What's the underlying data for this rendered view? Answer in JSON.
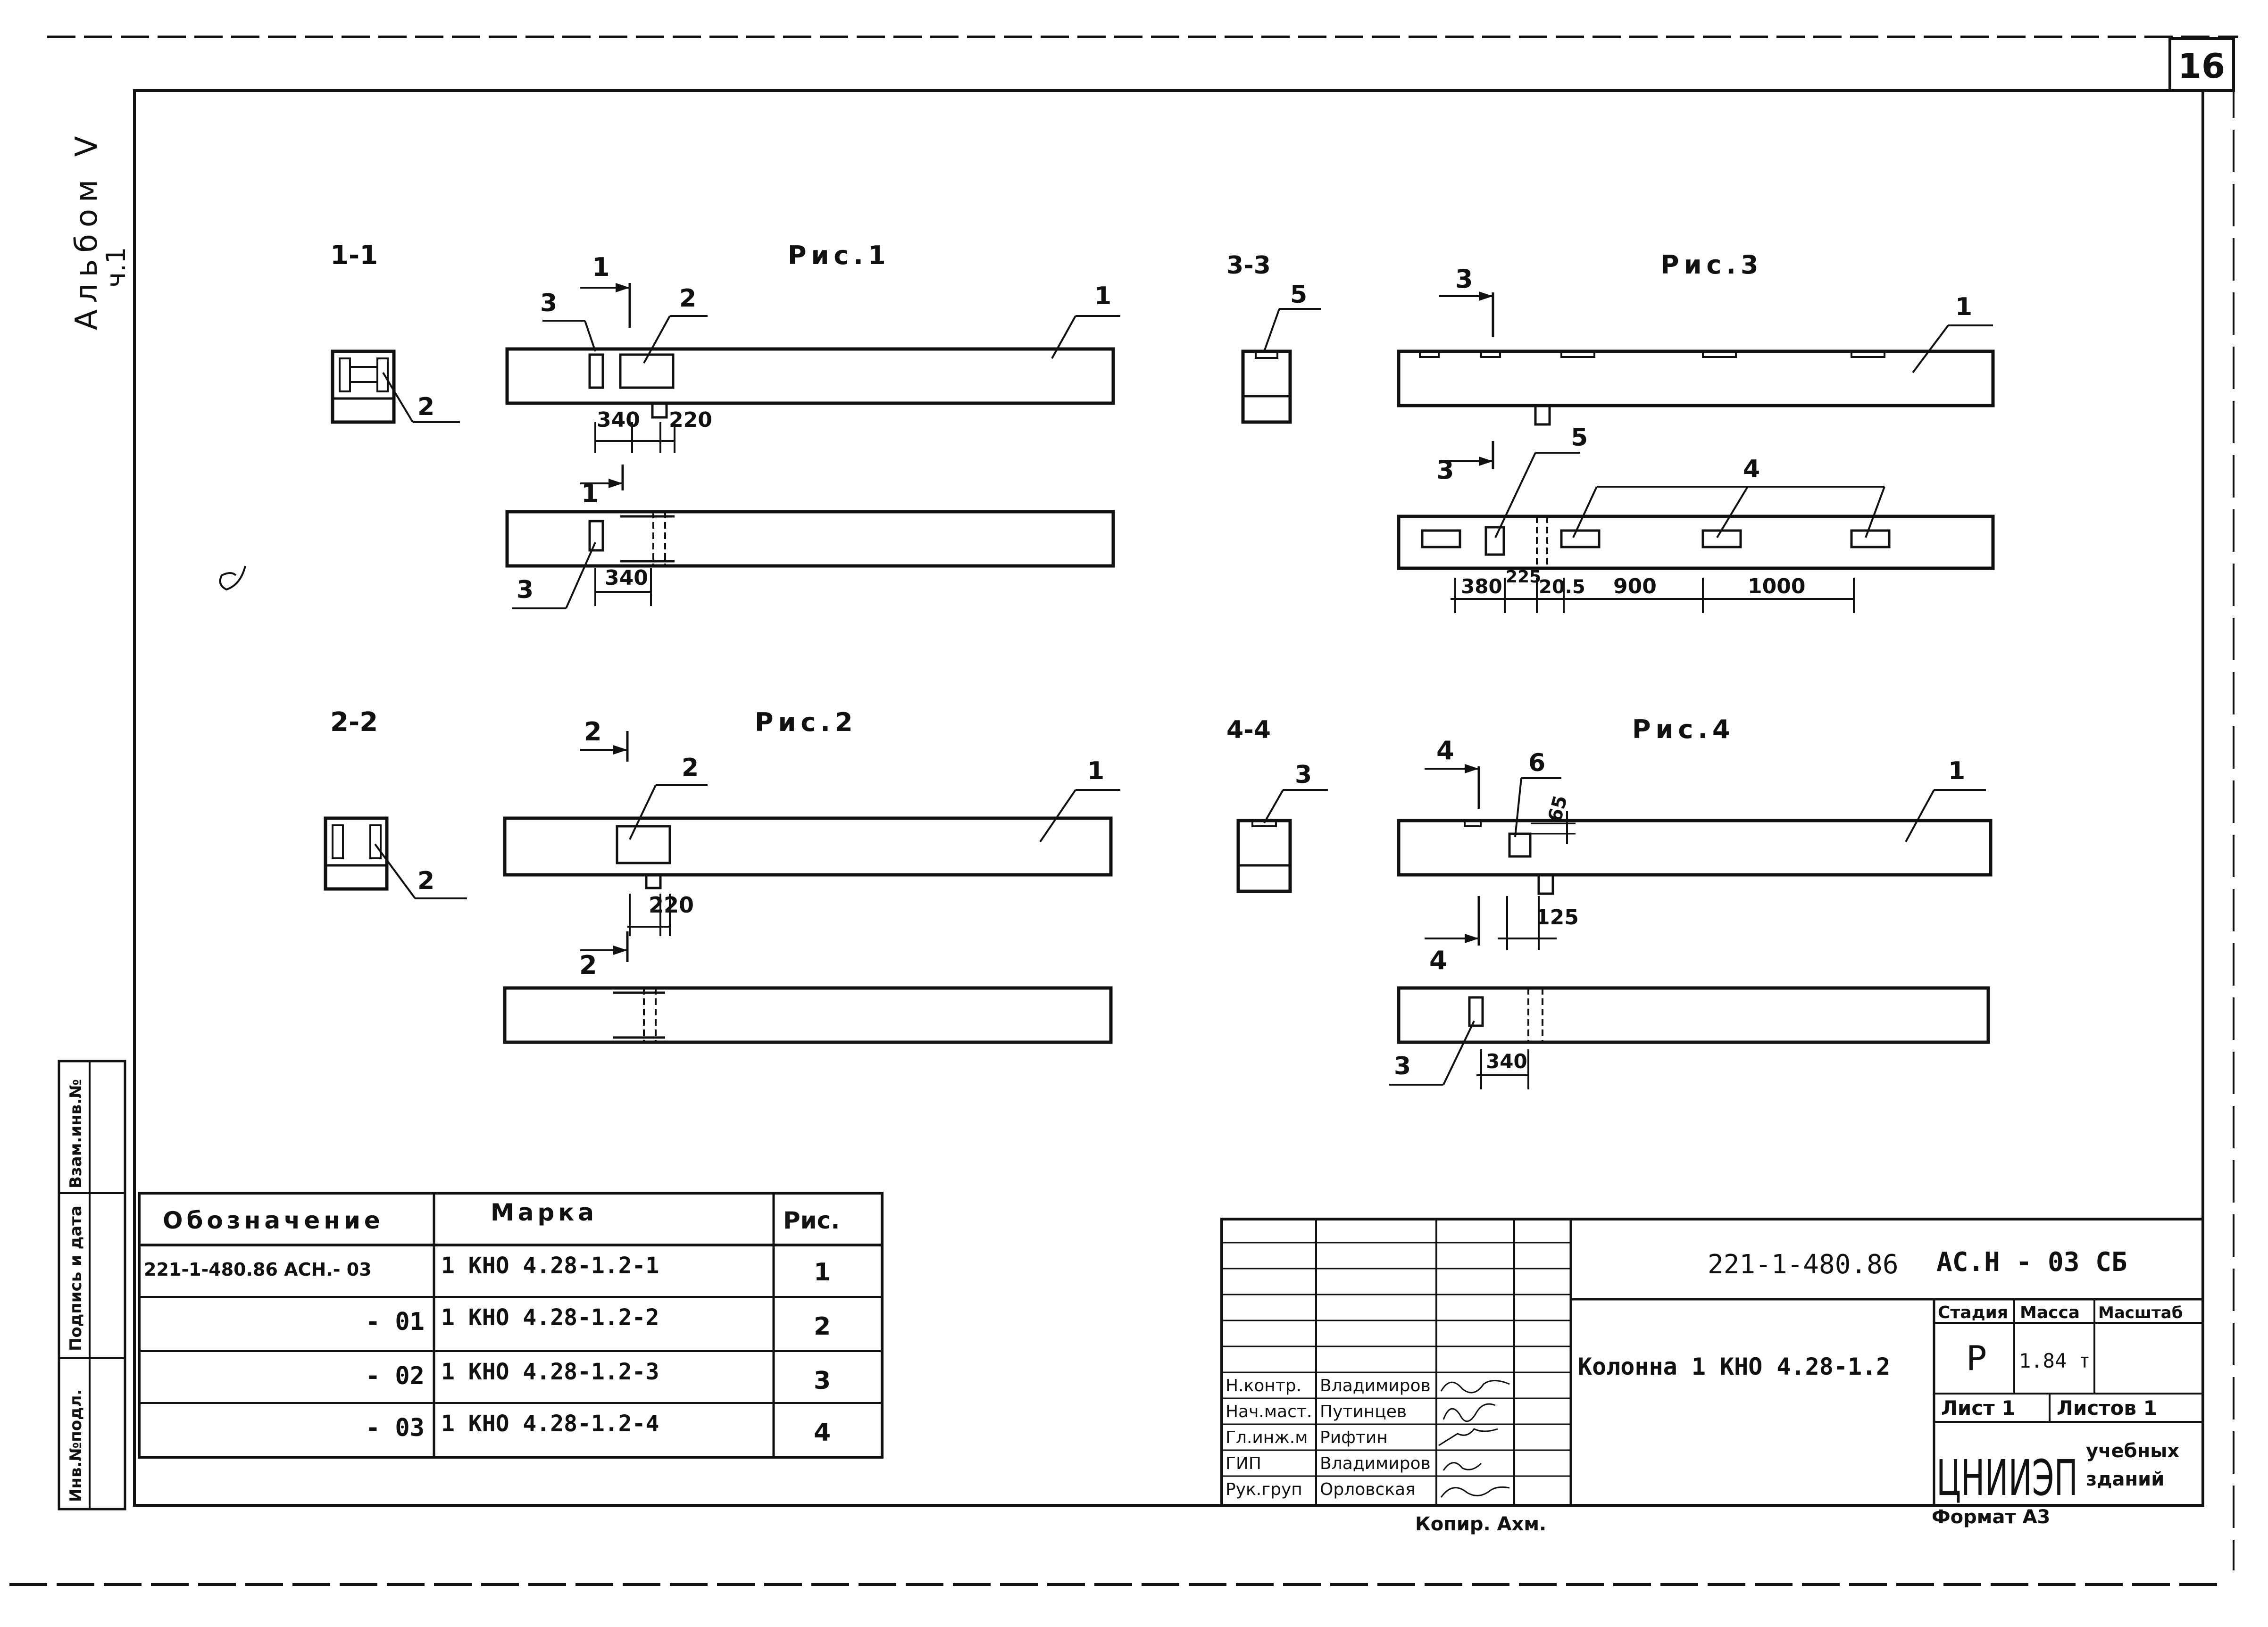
{
  "sheet": {
    "number": "16",
    "album_label": "Альбом V",
    "album_part": "ч.1",
    "copy_note": "Копир. Ахм.",
    "format_note": "Формат А3"
  },
  "left_stamp": {
    "labels": [
      "Инв.№подл.",
      "Подпись и дата",
      "Взам.инв.№"
    ]
  },
  "figures": {
    "fig1": {
      "title": "Рис.1",
      "section_label": "1-1",
      "cut_mark_top": "1",
      "cut_mark_bottom": "1",
      "callouts": [
        "1",
        "2",
        "3",
        "2",
        "3"
      ],
      "dims": [
        "340",
        "220",
        "340"
      ]
    },
    "fig2": {
      "title": "Рис.2",
      "section_label": "2-2",
      "cut_mark_top": "2",
      "cut_mark_bottom": "2",
      "callouts": [
        "1",
        "2",
        "2"
      ],
      "dims": [
        "220"
      ]
    },
    "fig3": {
      "title": "Рис.3",
      "section_label": "3-3",
      "cut_mark_top": "3",
      "cut_mark_bottom": "3",
      "callouts": [
        "1",
        "5",
        "5",
        "4"
      ],
      "dims": [
        "380",
        "225",
        "20.5",
        "900",
        "1000"
      ]
    },
    "fig4": {
      "title": "Рис.4",
      "section_label": "4-4",
      "cut_mark_top": "4",
      "cut_mark_bottom": "4",
      "callouts": [
        "1",
        "6",
        "3",
        "3"
      ],
      "dims": [
        "65",
        "125",
        "340"
      ]
    }
  },
  "spec_table": {
    "headers": [
      "Обозначение",
      "Марка",
      "Рис."
    ],
    "rows": [
      {
        "designation": "221-1-480.86 АСН.- 03",
        "mark": "1 КНО 4.28-1.2-1",
        "fig": "1"
      },
      {
        "designation": "- 01",
        "mark": "1 КНО 4.28-1.2-2",
        "fig": "2"
      },
      {
        "designation": "- 02",
        "mark": "1 КНО 4.28-1.2-3",
        "fig": "3"
      },
      {
        "designation": "- 03",
        "mark": "1 КНО 4.28-1.2-4",
        "fig": "4"
      }
    ]
  },
  "title_block": {
    "doc_code": "221-1-480.86",
    "doc_suffix": "АС.Н - 03 СБ",
    "drawing_title": "Колонна 1 КНО 4.28-1.2",
    "stage_label": "Стадия",
    "mass_label": "Масса",
    "scale_label": "Масштаб",
    "stage_value": "Р",
    "mass_value": "1.84 т",
    "sheet_label": "Лист 1",
    "sheets_label": "Листов 1",
    "org_name": "ЦНИИЭП",
    "org_sub1": "учебных",
    "org_sub2": "зданий",
    "signatures": [
      {
        "role": "Н.контр.",
        "name": "Владимиров"
      },
      {
        "role": "Нач.маст.",
        "name": "Путинцев"
      },
      {
        "role": "Гл.инж.м",
        "name": "Рифтин"
      },
      {
        "role": "ГИП",
        "name": "Владимиров"
      },
      {
        "role": "Рук.груп",
        "name": "Орловская"
      }
    ]
  }
}
